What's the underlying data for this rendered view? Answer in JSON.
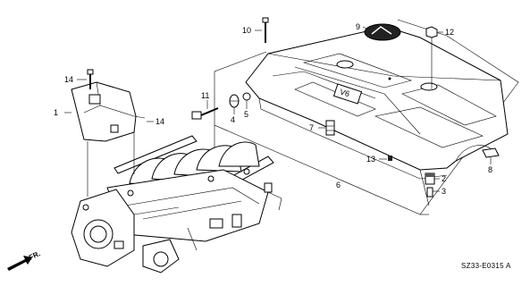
{
  "callouts": {
    "c1": "1",
    "c2": "2",
    "c3": "3",
    "c4": "4",
    "c5": "5",
    "c6": "6",
    "c7": "7",
    "c8": "8",
    "c9": "9",
    "c10": "10",
    "c11": "11",
    "c12": "12",
    "c13": "13",
    "c14a": "14",
    "c14b": "14"
  },
  "direction_label": "FR.",
  "diagram_code": "SZ33-E0315 A",
  "cover_lettering": "V6"
}
